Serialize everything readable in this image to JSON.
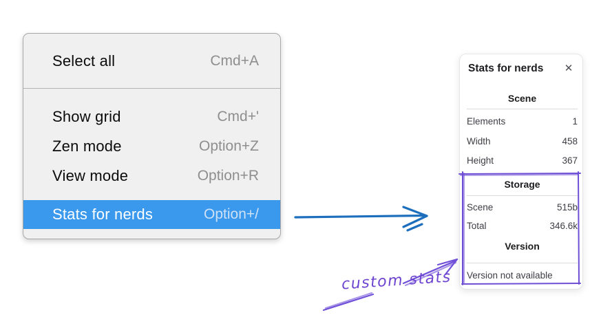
{
  "context_menu": {
    "items": [
      {
        "label": "Select all",
        "shortcut": "Cmd+A",
        "highlighted": false
      },
      {
        "label": "Show grid",
        "shortcut": "Cmd+'",
        "highlighted": false
      },
      {
        "label": "Zen mode",
        "shortcut": "Option+Z",
        "highlighted": false
      },
      {
        "label": "View mode",
        "shortcut": "Option+R",
        "highlighted": false
      },
      {
        "label": "Stats for nerds",
        "shortcut": "Option+/",
        "highlighted": true
      }
    ]
  },
  "stats_panel": {
    "title": "Stats for nerds",
    "close_icon": "✕",
    "sections": [
      {
        "heading": "Scene",
        "rows": [
          {
            "label": "Elements",
            "value": "1"
          },
          {
            "label": "Width",
            "value": "458"
          },
          {
            "label": "Height",
            "value": "367"
          }
        ]
      },
      {
        "heading": "Storage",
        "rows": [
          {
            "label": "Scene",
            "value": "515b"
          },
          {
            "label": "Total",
            "value": "346.6k"
          }
        ]
      },
      {
        "heading": "Version",
        "note": "Version not available"
      }
    ]
  },
  "annotations": {
    "custom_stats_label": "custom stats"
  },
  "colors": {
    "menu_highlight": "#3b99ed",
    "arrow_blue": "#1d6fbd",
    "annotation_purple": "#6d4ed4",
    "menu_background": "#f0f0f1",
    "panel_background": "#ffffff"
  }
}
